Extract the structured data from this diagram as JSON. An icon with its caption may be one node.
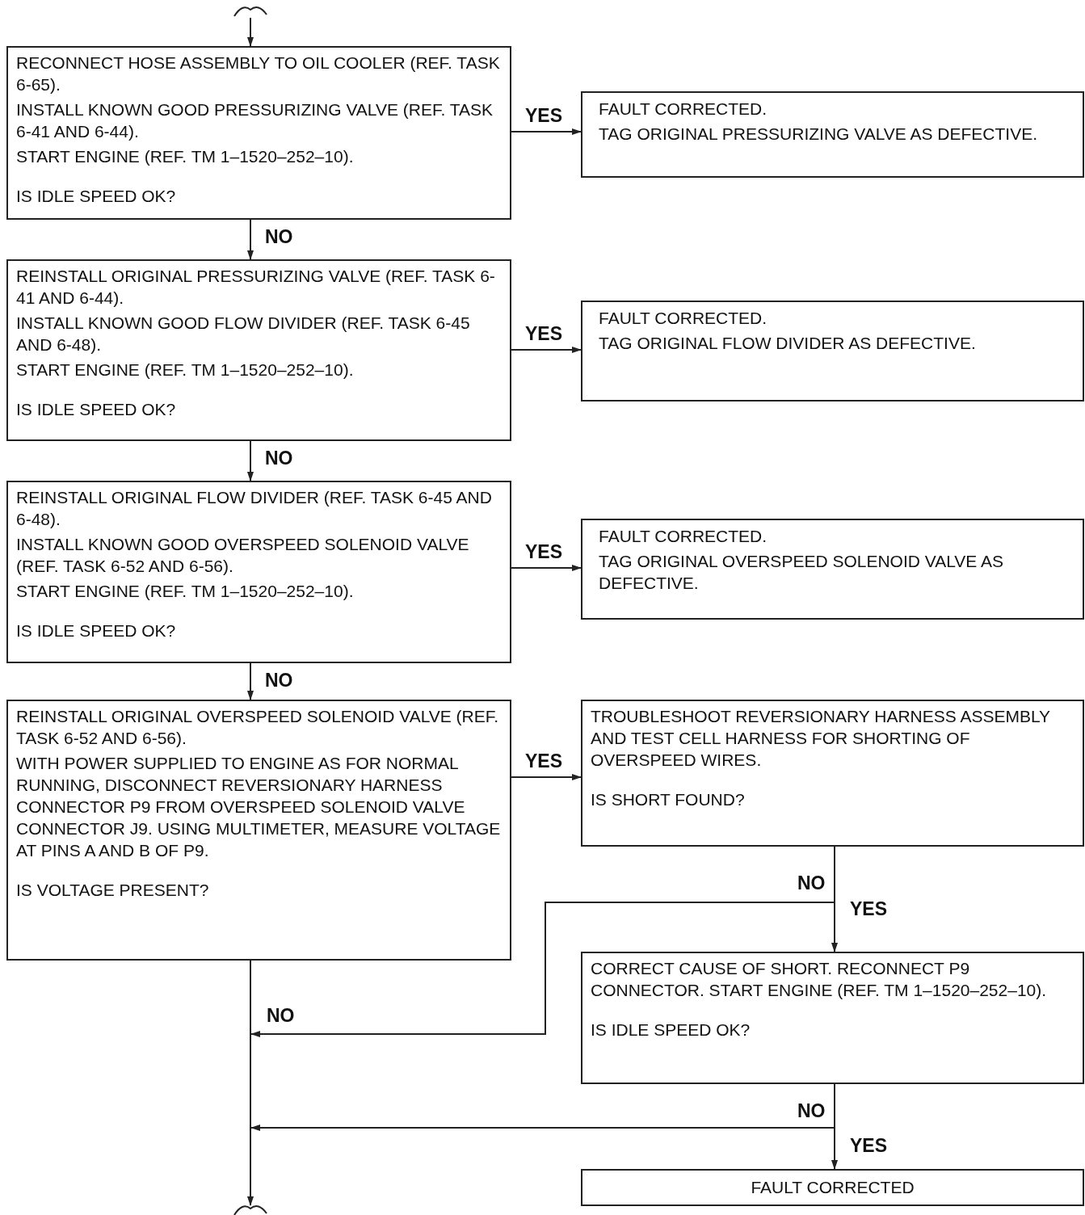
{
  "diagram": {
    "nodes": [
      {
        "text": [
          "RECONNECT HOSE ASSEMBLY TO OIL COOLER (REF. TASK 6-65).",
          "INSTALL KNOWN GOOD PRESSURIZING VALVE (REF. TASK 6-41 AND 6-44).",
          "START ENGINE (REF. TM 1–1520–252–10).",
          "IS IDLE SPEED OK?"
        ]
      },
      {
        "text": [
          "FAULT CORRECTED.",
          "TAG ORIGINAL PRESSURIZING VALVE AS DEFECTIVE."
        ]
      },
      {
        "text": [
          "REINSTALL ORIGINAL PRESSURIZING VALVE (REF. TASK 6-41 AND 6-44).",
          "INSTALL KNOWN GOOD FLOW DIVIDER (REF. TASK 6-45 AND 6-48).",
          "START ENGINE (REF. TM 1–1520–252–10).",
          "IS IDLE SPEED OK?"
        ]
      },
      {
        "text": [
          "FAULT CORRECTED.",
          "TAG ORIGINAL FLOW DIVIDER AS DEFECTIVE."
        ]
      },
      {
        "text": [
          "REINSTALL ORIGINAL FLOW DIVIDER (REF. TASK 6-45 AND 6-48).",
          "INSTALL KNOWN GOOD OVERSPEED SOLENOID VALVE (REF. TASK 6-52 AND 6-56).",
          "START ENGINE (REF. TM 1–1520–252–10).",
          "IS IDLE SPEED OK?"
        ]
      },
      {
        "text": [
          "FAULT CORRECTED.",
          "TAG ORIGINAL OVERSPEED SOLENOID VALVE AS DEFECTIVE."
        ]
      },
      {
        "text": [
          "REINSTALL ORIGINAL OVERSPEED SOLENOID VALVE (REF. TASK 6-52 AND 6-56).",
          "WITH POWER SUPPLIED TO ENGINE AS FOR NORMAL RUNNING, DISCONNECT REVERSIONARY HARNESS CONNECTOR P9 FROM OVERSPEED SOLENOID VALVE CONNECTOR J9. USING MULTIMETER, MEASURE VOLTAGE AT PINS A AND B OF P9.",
          "IS VOLTAGE PRESENT?"
        ]
      },
      {
        "text": [
          "TROUBLESHOOT REVERSIONARY HARNESS ASSEMBLY AND TEST CELL HARNESS FOR SHORTING OF OVERSPEED WIRES.",
          "IS SHORT FOUND?"
        ]
      },
      {
        "text": [
          "CORRECT CAUSE OF SHORT. RECONNECT P9 CONNECTOR. START ENGINE (REF. TM 1–1520–252–10).",
          "IS IDLE SPEED OK?"
        ]
      },
      {
        "text": [
          "FAULT CORRECTED"
        ]
      }
    ],
    "edges": [
      {
        "from": null,
        "to": 0,
        "arrow": "to"
      },
      {
        "from": 0,
        "to": 1,
        "arrow": "to",
        "label": "YES"
      },
      {
        "from": 0,
        "to": 2,
        "arrow": "to",
        "label": "NO"
      },
      {
        "from": 2,
        "to": 3,
        "arrow": "to",
        "label": "YES"
      },
      {
        "from": 2,
        "to": 4,
        "arrow": "to",
        "label": "NO"
      },
      {
        "from": 4,
        "to": 5,
        "arrow": "to",
        "label": "YES"
      },
      {
        "from": 4,
        "to": 6,
        "arrow": "to",
        "label": "NO"
      },
      {
        "from": 6,
        "to": 7,
        "arrow": "to",
        "label": "YES"
      },
      {
        "from": 6,
        "to": null,
        "arrow": "to",
        "label": "NO"
      },
      {
        "from": 7,
        "to": 8,
        "arrow": "to",
        "label": "YES"
      },
      {
        "from": 7,
        "to": null,
        "arrow": "to",
        "label": "NO"
      },
      {
        "from": 8,
        "to": 9,
        "arrow": "to",
        "label": "YES"
      },
      {
        "from": 8,
        "to": null,
        "arrow": "to",
        "label": "NO"
      }
    ]
  }
}
